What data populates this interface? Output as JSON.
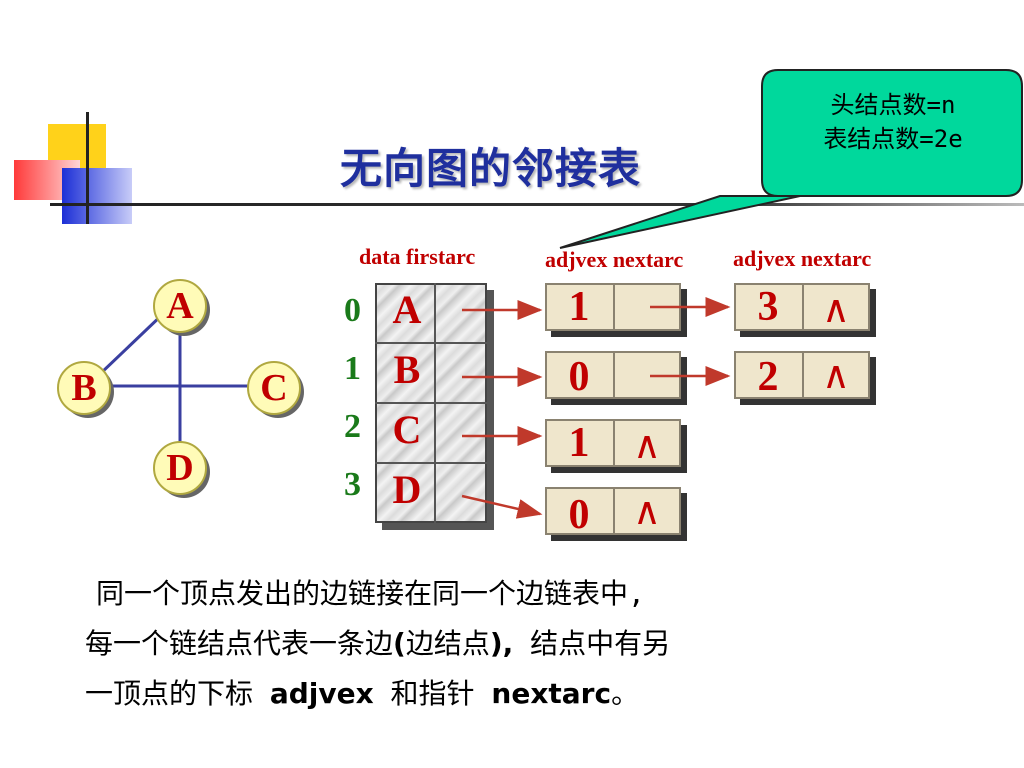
{
  "title": "无向图的邻接表",
  "callout": {
    "line1": "头结点数=n",
    "line2": "表结点数=2e"
  },
  "headers": {
    "head_node": "data firstarc",
    "arc_node_1": "adjvex nextarc",
    "arc_node_2": "adjvex nextarc"
  },
  "graph": {
    "vertices": [
      "A",
      "B",
      "C",
      "D"
    ],
    "edges": [
      [
        "A",
        "D"
      ],
      [
        "B",
        "C"
      ],
      [
        "A",
        "B"
      ]
    ]
  },
  "adjacency_list": [
    {
      "index": "0",
      "data": "A",
      "arcs": [
        {
          "adjvex": "1",
          "nextarc": ""
        },
        {
          "adjvex": "3",
          "nextarc": "∧"
        }
      ]
    },
    {
      "index": "1",
      "data": "B",
      "arcs": [
        {
          "adjvex": "0",
          "nextarc": ""
        },
        {
          "adjvex": "2",
          "nextarc": "∧"
        }
      ]
    },
    {
      "index": "2",
      "data": "C",
      "arcs": [
        {
          "adjvex": "1",
          "nextarc": "∧"
        }
      ]
    },
    {
      "index": "3",
      "data": "D",
      "arcs": [
        {
          "adjvex": "0",
          "nextarc": "∧"
        }
      ]
    }
  ],
  "description": {
    "line1": "同一个顶点发出的边链接在同一个边链表中,",
    "line2_a": "每一个链结点代表一条边",
    "line2_b": "(",
    "line2_c": "边结点",
    "line2_d": "),",
    "line2_e": " 结点中有另",
    "line3_a": "一顶点的下标 ",
    "line3_b": "adjvex",
    "line3_c": " 和指针 ",
    "line3_d": "nextarc",
    "line3_e": "。"
  }
}
